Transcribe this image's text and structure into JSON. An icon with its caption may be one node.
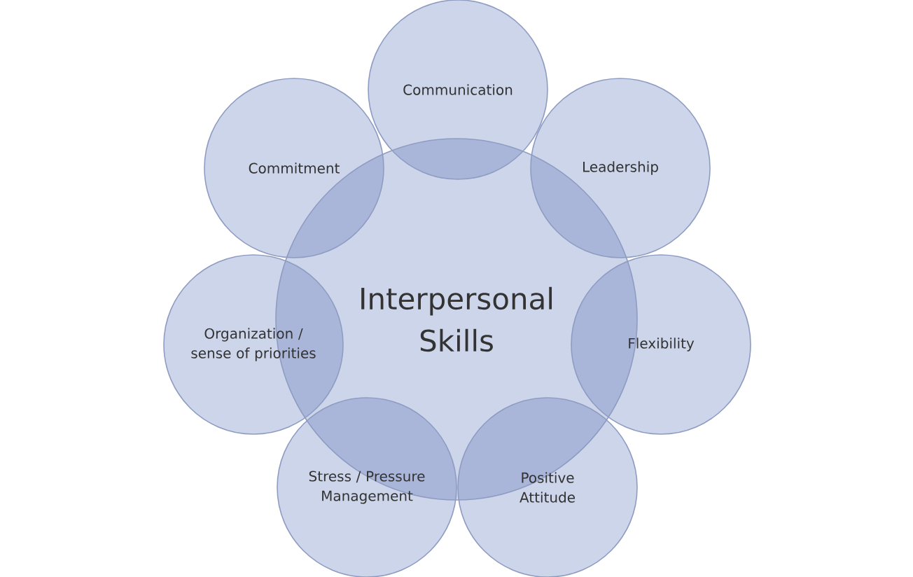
{
  "diagram": {
    "nodes": [
      {
        "text": [
          "Interpersonal Skills"
        ]
      },
      {
        "text": [
          "Communication"
        ]
      },
      {
        "text": [
          "Leadership"
        ]
      },
      {
        "text": [
          "Flexibility"
        ]
      },
      {
        "text": [
          "Positive Attitude"
        ]
      },
      {
        "text": [
          "Stress / Pressure Management"
        ]
      },
      {
        "text": [
          "Organization / sense of priorities"
        ]
      },
      {
        "text": [
          "Commitment"
        ]
      }
    ]
  }
}
